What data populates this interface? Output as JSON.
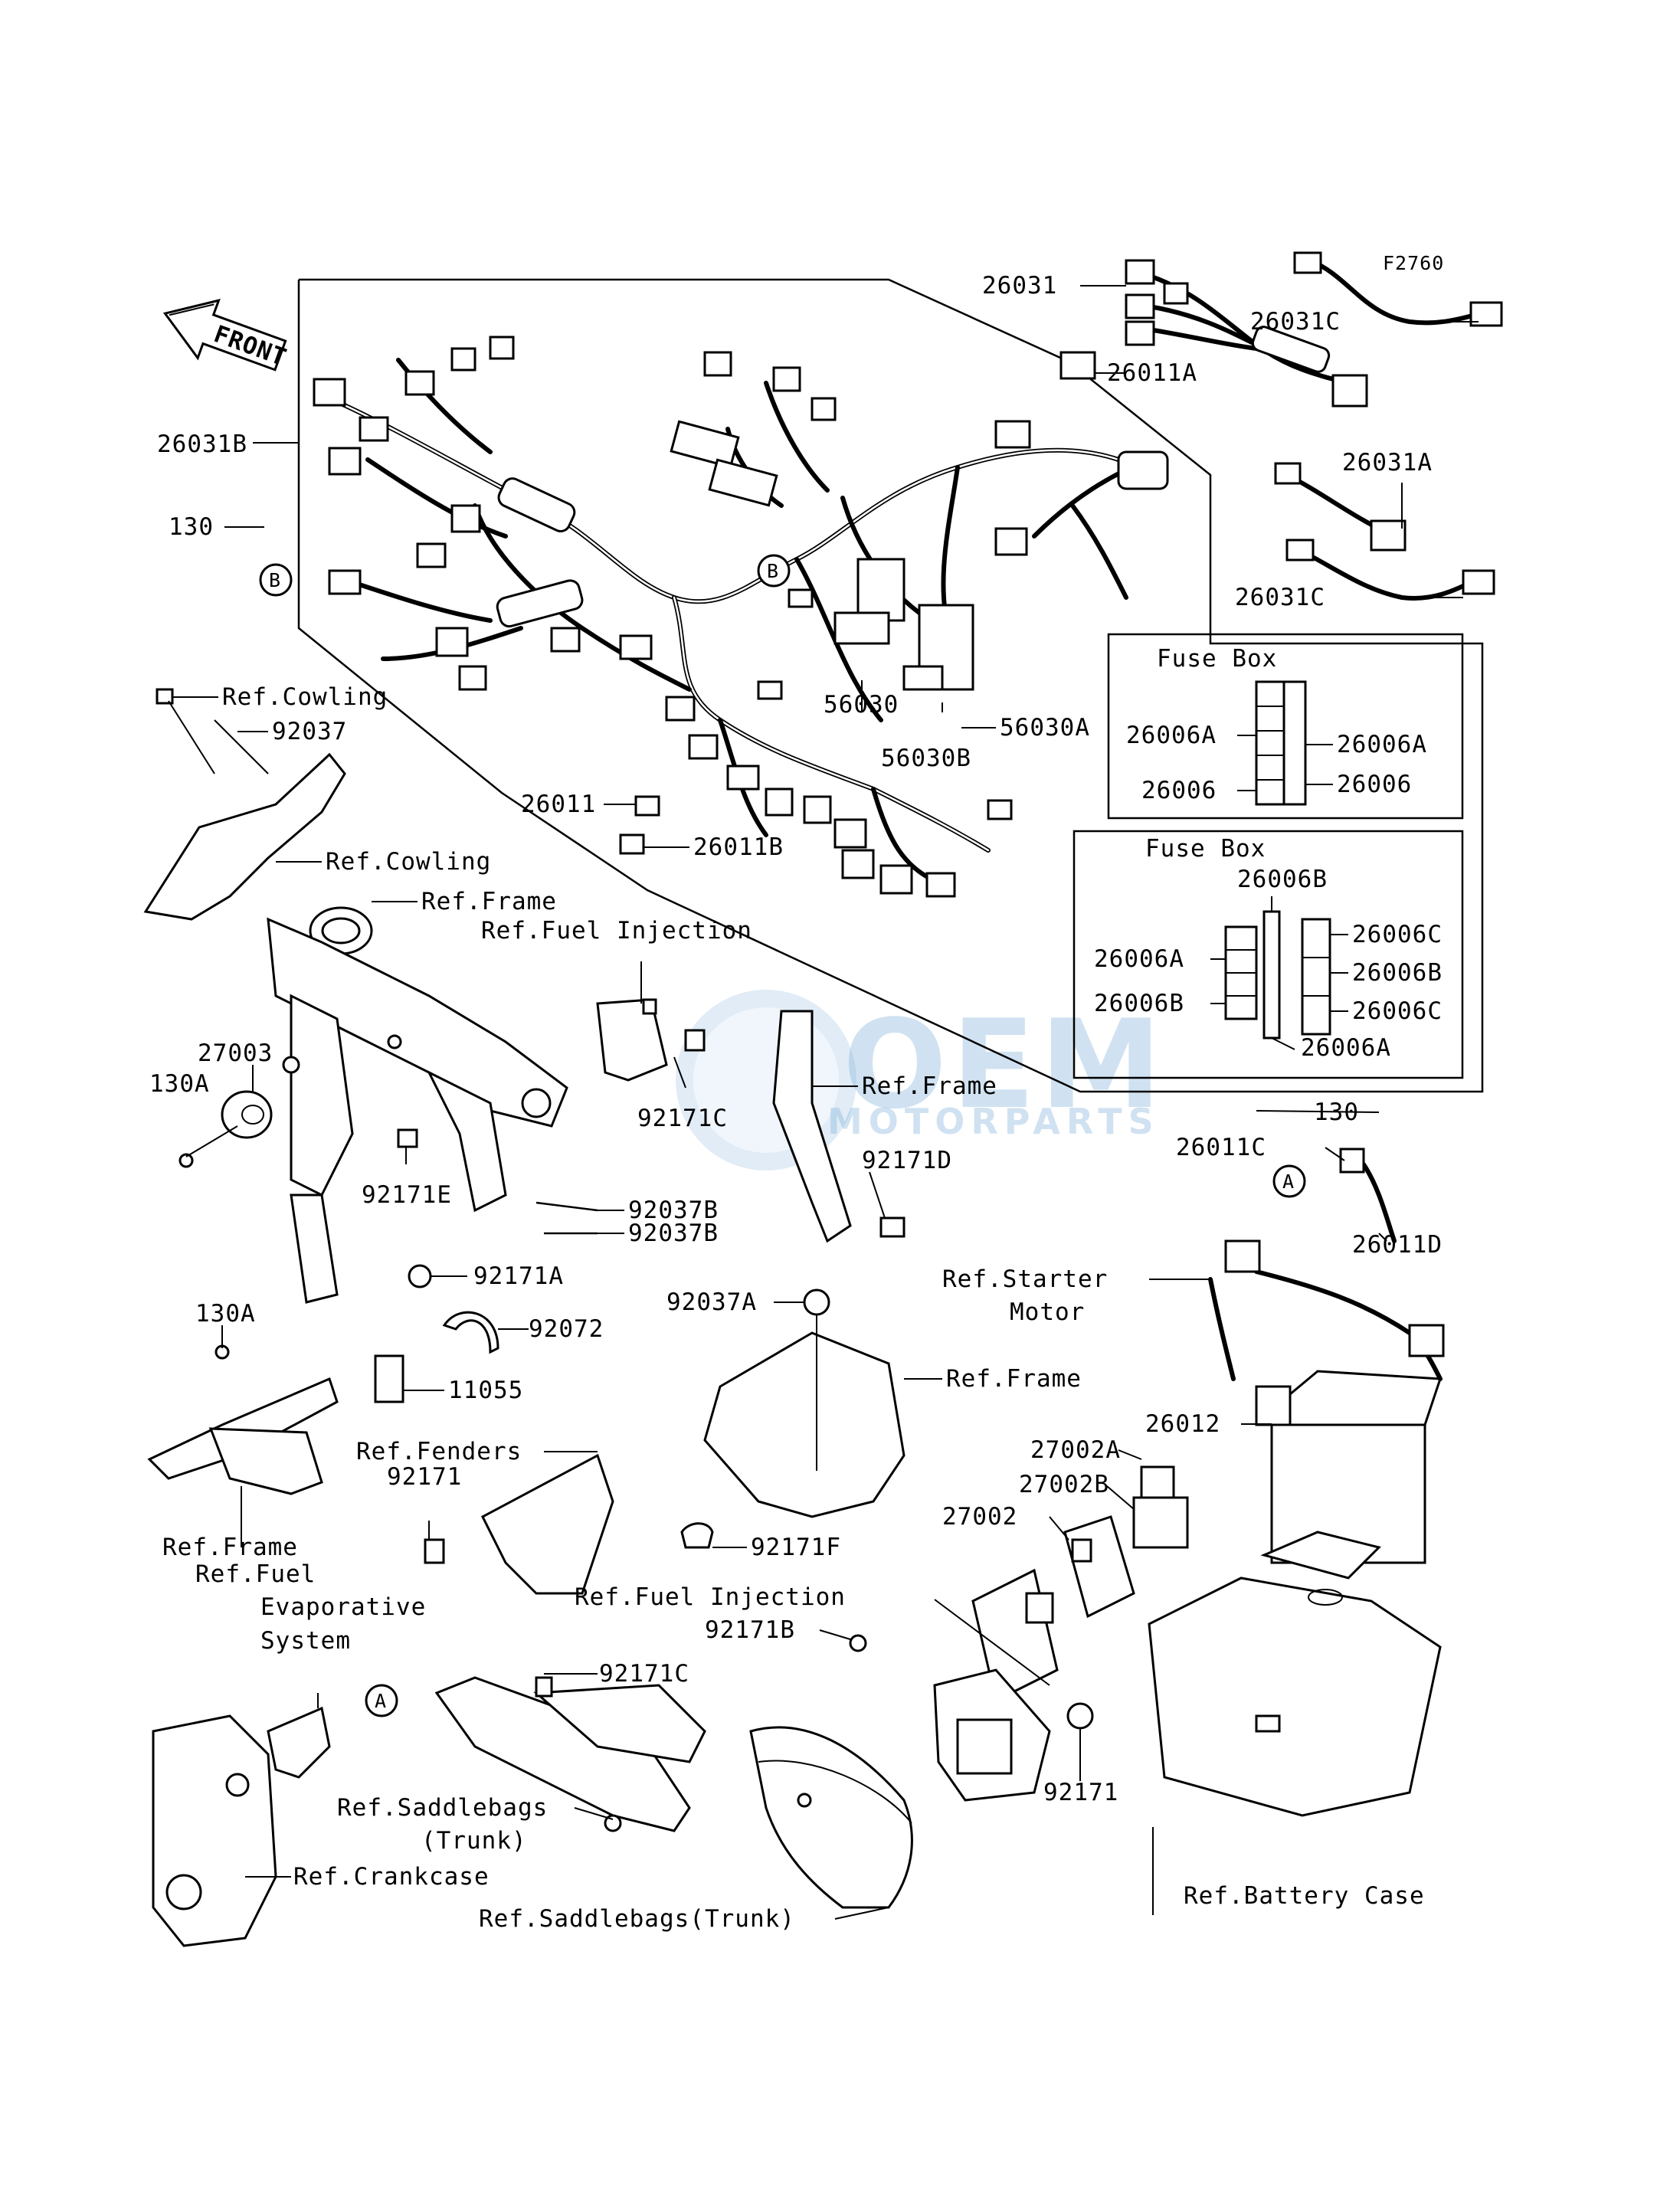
{
  "figure_code": "F2760",
  "front_arrow_label": "FRONT",
  "watermark": {
    "brand": "OEM",
    "sub": "MOTORPARTS"
  },
  "circled_refs": [
    "A",
    "B"
  ],
  "part_labels": {
    "p26031": "26031",
    "p26031C_top": "26031C",
    "p26011A": "26011A",
    "p26031A": "26031A",
    "p26031C_bottom": "26031C",
    "p26031B": "26031B",
    "p130_top": "130",
    "p56030": "56030",
    "p56030A": "56030A",
    "p56030B": "56030B",
    "p26011": "26011",
    "p26011B": "26011B",
    "p92037": "92037",
    "p27003": "27003",
    "p130A_1": "130A",
    "p92171C_1": "92171C",
    "p92171D": "92171D",
    "p92171E": "92171E",
    "p92037B_1": "92037B",
    "p92037B_2": "92037B",
    "p130A_2": "130A",
    "p92171A": "92171A",
    "p92072": "92072",
    "p11055": "11055",
    "p92037A": "92037A",
    "p92171_1": "92171",
    "p92171F": "92171F",
    "p27002A": "27002A",
    "p27002B": "27002B",
    "p27002": "27002",
    "p92171B": "92171B",
    "p92171C_2": "92171C",
    "p92171_2": "92171",
    "p130_right": "130",
    "p26011C": "26011C",
    "p26011D": "26011D",
    "p26012": "26012"
  },
  "reference_labels": {
    "cowling_1": "Ref.Cowling",
    "cowling_2": "Ref.Cowling",
    "frame_1": "Ref.Frame",
    "fuel_injection_1": "Ref.Fuel Injection",
    "frame_2": "Ref.Frame",
    "starter_1": "Ref.Starter",
    "starter_2": "Motor",
    "frame_3": "Ref.Frame",
    "fenders": "Ref.Fenders",
    "frame_4": "Ref.Frame",
    "fuel_evap_1": "Ref.Fuel",
    "fuel_evap_2": "Evaporative",
    "fuel_evap_3": "System",
    "fuel_injection_2": "Ref.Fuel Injection",
    "saddlebags_1a": "Ref.Saddlebags",
    "saddlebags_1b": "(Trunk)",
    "crankcase": "Ref.Crankcase",
    "saddlebags_2": "Ref.Saddlebags(Trunk)",
    "battery_case": "Ref.Battery Case"
  },
  "fuse_box_1": {
    "title": "Fuse Box",
    "left_top": "26006A",
    "left_bottom": "26006",
    "right_top": "26006A",
    "right_bottom": "26006"
  },
  "fuse_box_2": {
    "title": "Fuse Box",
    "top_label": "26006B",
    "left_top": "26006A",
    "left_bottom": "26006B",
    "right_1": "26006C",
    "right_2": "26006B",
    "right_3": "26006C",
    "bottom_label": "26006A"
  }
}
